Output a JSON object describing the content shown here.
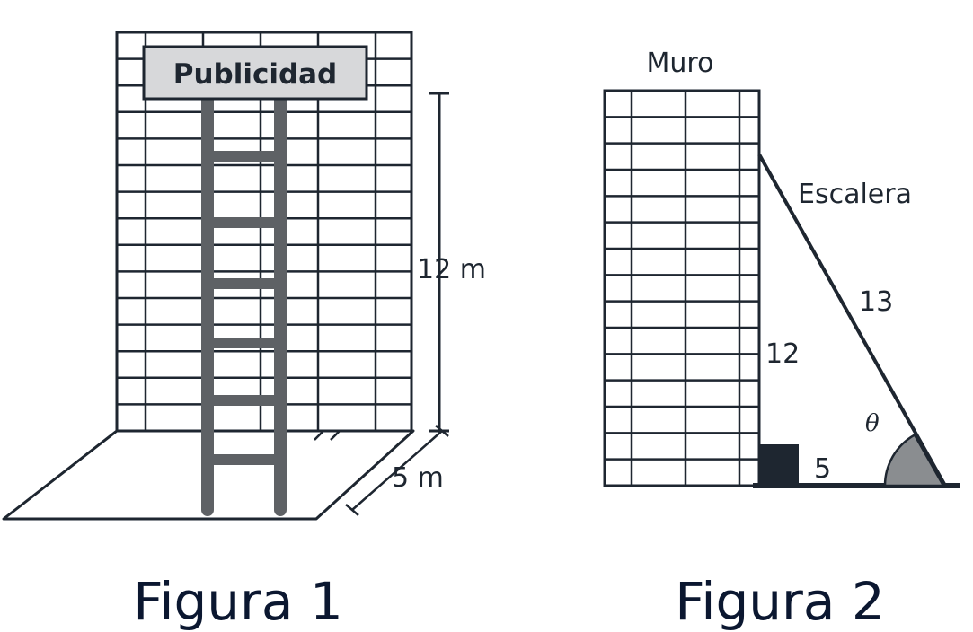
{
  "figure1": {
    "sign_text": "Publicidad",
    "height_label": "12 m",
    "base_label": "5 m",
    "caption": "Figura 1"
  },
  "figure2": {
    "wall_label": "Muro",
    "ladder_label": "Escalera",
    "hypotenuse_label": "13",
    "height_label": "12",
    "base_label": "5",
    "angle_label": "θ",
    "caption": "Figura 2"
  },
  "colors": {
    "ink": "#1e2630",
    "ladder": "#5e6165",
    "sign_fill": "#d7d8da",
    "wall_fill": "#ffffff",
    "angle_fill": "#8a8d90",
    "caption": "#0b1730"
  }
}
